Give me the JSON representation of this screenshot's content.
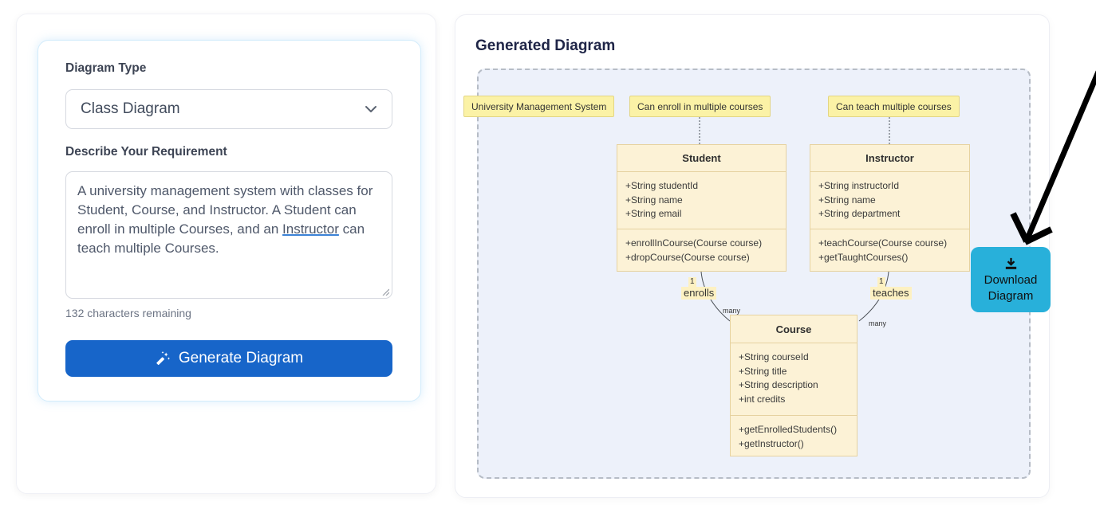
{
  "form": {
    "diagram_type_label": "Diagram Type",
    "diagram_type_value": "Class Diagram",
    "requirement_label": "Describe Your Requirement",
    "requirement_before": "A university management system with classes for Student, Course, and Instructor. A Student can enroll in multiple Courses, and an ",
    "requirement_misspelled_word": "Instructor",
    "requirement_after": " can teach multiple Courses.",
    "characters_remaining": "132 characters remaining",
    "generate_label": "Generate Diagram"
  },
  "output": {
    "heading": "Generated Diagram",
    "download_line1": "Download",
    "download_line2": "Diagram"
  },
  "diagram": {
    "notes": [
      "University Management System",
      "Can enroll in multiple courses",
      "Can teach multiple courses"
    ],
    "classes": [
      {
        "name": "Student",
        "attributes": [
          "+String studentId",
          "+String name",
          "+String email"
        ],
        "methods": [
          "+enrollInCourse(Course course)",
          "+dropCourse(Course course)"
        ]
      },
      {
        "name": "Instructor",
        "attributes": [
          "+String instructorId",
          "+String name",
          "+String department"
        ],
        "methods": [
          "+teachCourse(Course course)",
          "+getTaughtCourses()"
        ]
      },
      {
        "name": "Course",
        "attributes": [
          "+String courseId",
          "+String title",
          "+String description",
          "+int credits"
        ],
        "methods": [
          "+getEnrolledStudents()",
          "+getInstructor()"
        ]
      }
    ],
    "relations": [
      {
        "from": "Student",
        "to": "Course",
        "label": "enrolls",
        "from_cardinality": "1",
        "to_cardinality": "many"
      },
      {
        "from": "Instructor",
        "to": "Course",
        "label": "teaches",
        "from_cardinality": "1",
        "to_cardinality": "many"
      }
    ]
  },
  "icons": {
    "generate_button": "magic-wand-icon",
    "download_button": "download-icon",
    "diagram_type_select": "chevron-down-icon",
    "textarea_corner": "resize-handle-icon",
    "annotation": "hand-drawn-arrow"
  },
  "colors": {
    "generate_button": "#1765c9",
    "download_button": "#28b0da",
    "note_fill": "#fbf2a6",
    "note_border": "#e3d683",
    "class_fill": "#fcf2d6",
    "class_border": "#e6d2a0",
    "canvas_background": "#edf1fa",
    "heading_text": "#1f2547"
  }
}
